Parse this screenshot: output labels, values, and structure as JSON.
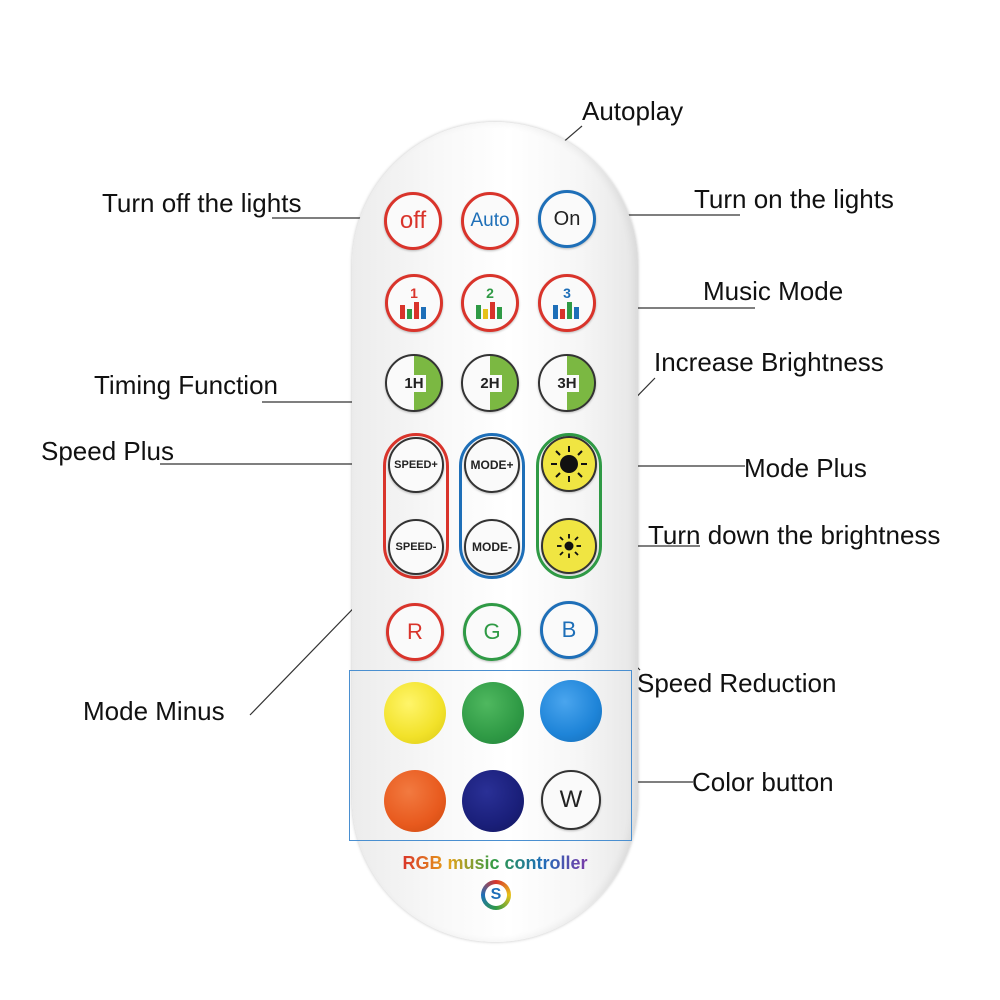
{
  "labels": {
    "autoplay": "Autoplay",
    "turn_off": "Turn off the lights",
    "turn_on": "Turn on the lights",
    "music_mode": "Music Mode",
    "increase_brightness": "Increase Brightness",
    "timing_function": "Timing Function",
    "speed_plus": "Speed Plus",
    "mode_plus": "Mode Plus",
    "turn_down_brightness": "Turn down the brightness",
    "speed_reduction": "Speed Reduction",
    "mode_minus": "Mode Minus",
    "color_button": "Color button"
  },
  "buttons": {
    "off": "off",
    "auto": "Auto",
    "on": "On",
    "music1": "1",
    "music2": "2",
    "music3": "3",
    "timer1": "1H",
    "timer2": "2H",
    "timer3": "3H",
    "speed_plus": "SPEED+",
    "speed_minus": "SPEED-",
    "mode_plus": "MODE+",
    "mode_minus": "MODE-",
    "r": "R",
    "g": "G",
    "b": "B",
    "w": "W"
  },
  "brand": {
    "text": "RGB music controller",
    "logo_letter": "S"
  },
  "colors": {
    "yellow": "#f2e22a",
    "green": "#2f9a45",
    "blue": "#1e84d8",
    "orange": "#e85a1e",
    "navy": "#1a1f7a",
    "red_ring": "#d9342b",
    "blue_ring": "#1e6fb8",
    "green_ring": "#2f9a45",
    "frame": "#4a8fd0"
  }
}
